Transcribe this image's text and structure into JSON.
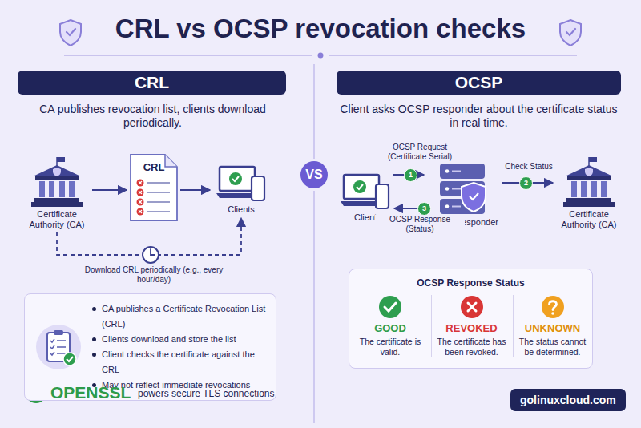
{
  "diagram": {
    "title": "CRL vs OCSP revocation checks",
    "nodes": [
      {
        "text": [
          "CRL"
        ]
      },
      {
        "text": [
          "Certificate Authority (CA)"
        ]
      },
      {
        "text": [
          "CRL"
        ]
      },
      {
        "text": [
          "Clients"
        ]
      },
      {
        "text": [
          "CA publishes a Certificate Revocation List (CRL)",
          "Clients download and store the list",
          "Client checks the certificate against the CRL",
          "May not reflect immediate revocations"
        ]
      },
      {
        "text": [
          "VS"
        ]
      },
      {
        "text": [
          "OCSP"
        ]
      },
      {
        "text": [
          "Client"
        ]
      },
      {
        "text": [
          "OCSP Responder"
        ]
      },
      {
        "text": [
          "Certificate Authority (CA)"
        ]
      },
      {
        "text": [
          "OCSP Response Status"
        ]
      },
      {
        "text": [
          "GOOD",
          "The certificate is valid."
        ],
        "in": 10
      },
      {
        "text": [
          "REVOKED",
          "The certificate has been revoked."
        ],
        "in": 10
      },
      {
        "text": [
          "UNKNOWN",
          "The status cannot be determined."
        ],
        "in": 10
      },
      {
        "text": [
          "golinuxcloud.com"
        ]
      }
    ],
    "edges": [
      {
        "from": 1,
        "to": 2,
        "arrow": "to"
      },
      {
        "from": 2,
        "to": 3,
        "arrow": "to"
      },
      {
        "from": 1,
        "to": 3,
        "label": "Download CRL periodically (e.g., every hour/day)",
        "arrow": "to"
      },
      {
        "from": 7,
        "to": 8,
        "label": "OCSP Request (Certificate Serial)",
        "arrow": "to"
      },
      {
        "from": 8,
        "to": 9,
        "label": "Check Status",
        "arrow": "to"
      },
      {
        "from": 8,
        "to": 7,
        "label": "OCSP Response (Status)",
        "arrow": "to"
      }
    ],
    "labels": [
      "CA publishes revocation list, clients download periodically.",
      "Client asks OCSP responder about the certificate status in real time.",
      "1",
      "2",
      "3",
      "OPENSSL",
      "powers secure TLS connections"
    ]
  }
}
